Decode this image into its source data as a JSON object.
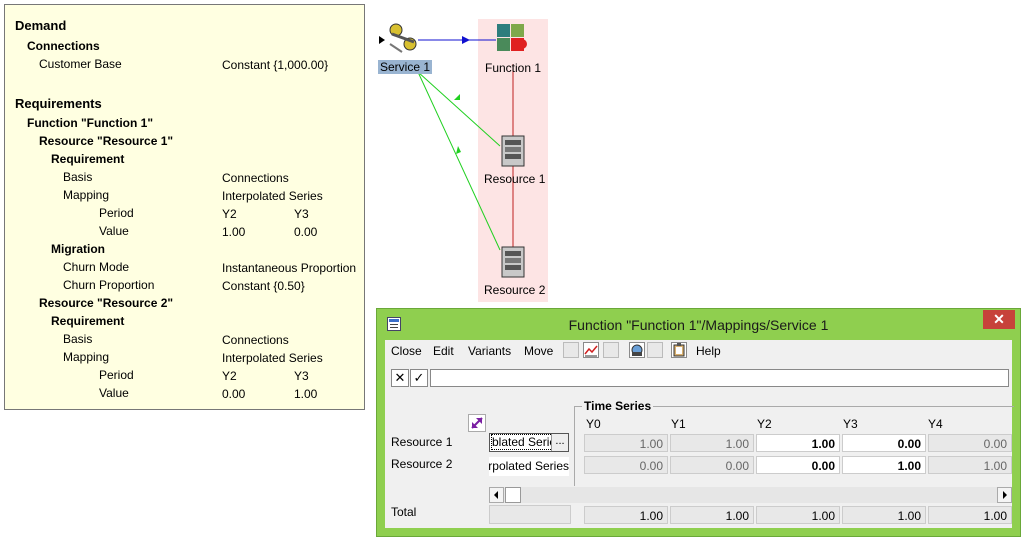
{
  "info_panel": {
    "demand_title": "Demand",
    "connections_title": "Connections",
    "customer_base_label": "Customer Base",
    "customer_base_value": "Constant {1,000.00}",
    "requirements_title": "Requirements",
    "function_title": "Function \"Function 1\"",
    "resource1": {
      "title": "Resource \"Resource 1\"",
      "requirement_title": "Requirement",
      "basis_label": "Basis",
      "basis_value": "Connections",
      "mapping_label": "Mapping",
      "mapping_value": "Interpolated Series",
      "period_label": "Period",
      "period_values": [
        "Y2",
        "Y3"
      ],
      "value_label": "Value",
      "value_values": [
        "1.00",
        "0.00"
      ],
      "migration_title": "Migration",
      "churn_mode_label": "Churn Mode",
      "churn_mode_value": "Instantaneous Proportion",
      "churn_prop_label": "Churn Proportion",
      "churn_prop_value": "Constant {0.50}"
    },
    "resource2": {
      "title": "Resource \"Resource 2\"",
      "requirement_title": "Requirement",
      "basis_label": "Basis",
      "basis_value": "Connections",
      "mapping_label": "Mapping",
      "mapping_value": "Interpolated Series",
      "period_label": "Period",
      "period_values": [
        "Y2",
        "Y3"
      ],
      "value_label": "Value",
      "value_values": [
        "0.00",
        "1.00"
      ]
    }
  },
  "diagram": {
    "service_label": "Service 1",
    "function_label": "Function 1",
    "resource1_label": "Resource 1",
    "resource2_label": "Resource 2",
    "colors": {
      "service_link": "#1010d0",
      "resource_link": "#20d020",
      "chain_link": "#c02020",
      "group_bg": "#fde4e4",
      "service_label_bg": "#99b4d1"
    }
  },
  "dialog": {
    "title": "Function \"Function 1\"/Mappings/Service 1",
    "close_glyph": "✕",
    "menu": [
      "Close",
      "Edit",
      "Variants",
      "Move",
      "Help"
    ],
    "toolbar_icons": [
      "properties-icon",
      "chart-icon",
      "grid-icon",
      "globe-icon",
      "tree-icon",
      "clipboard-icon"
    ],
    "cancel_glyph": "✕",
    "ok_glyph": "✓",
    "formula_value": "",
    "time_series_label": "Time Series",
    "periods": [
      "Y0",
      "Y1",
      "Y2",
      "Y3",
      "Y4"
    ],
    "rows": [
      {
        "label": "Resource 1",
        "mapping": "blated Series",
        "ellipsis": "...",
        "values": [
          "1.00",
          "1.00",
          "1.00",
          "0.00",
          "0.00"
        ]
      },
      {
        "label": "Resource 2",
        "mapping": "erpolated Series {",
        "values": [
          "0.00",
          "0.00",
          "0.00",
          "1.00",
          "1.00"
        ]
      }
    ],
    "total_label": "Total",
    "totals": [
      "1.00",
      "1.00",
      "1.00",
      "1.00",
      "1.00"
    ],
    "colors": {
      "frame": "#8fcf4f",
      "close": "#c7423a",
      "swap_icon": "#7a1fa2"
    }
  }
}
